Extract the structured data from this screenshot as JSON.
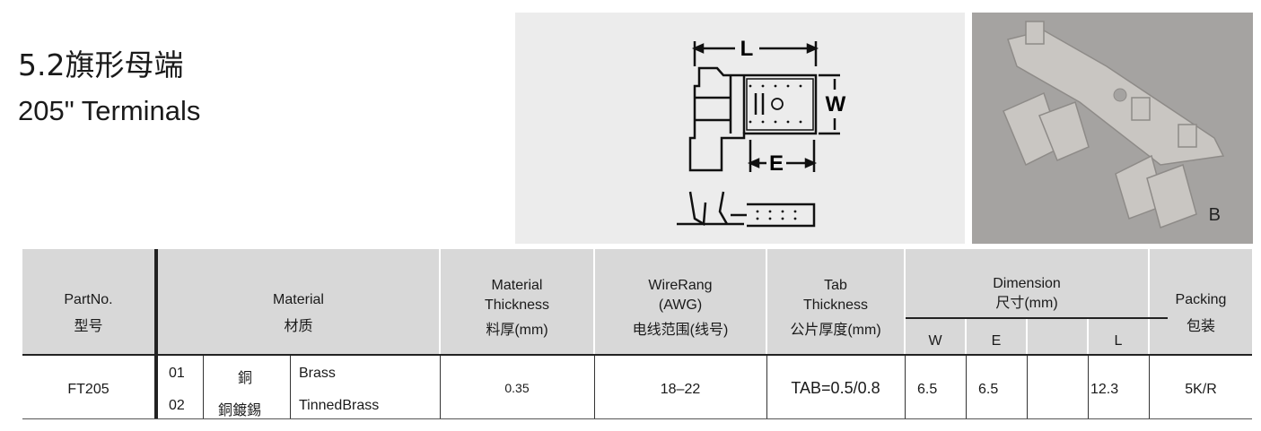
{
  "heading": {
    "title_cn": "5.2旗形母端",
    "title_en": "205\"  Terminals"
  },
  "drawing": {
    "dim_L": "L",
    "dim_W": "W",
    "dim_E": "E"
  },
  "photo": {
    "label": "B"
  },
  "table": {
    "headers": {
      "partno_en": "PartNo.",
      "partno_cn": "型号",
      "material_en": "Material",
      "material_cn": "材质",
      "thickness_en1": "Material",
      "thickness_en2": "Thickness",
      "thickness_cn": "料厚(mm)",
      "wire_en1": "WireRang",
      "wire_en2": "(AWG)",
      "wire_cn": "电线范围(线号)",
      "tab_en1": "Tab",
      "tab_en2": "Thickness",
      "tab_cn": "公片厚度(mm)",
      "dim_en": "Dimension",
      "dim_cn": "尺寸(mm)",
      "dim_w": "W",
      "dim_e": "E",
      "dim_blank": "",
      "dim_l": "L",
      "packing_en": "Packing",
      "packing_cn": "包装"
    },
    "row": {
      "partno": "FT205",
      "materials": [
        {
          "code": "01",
          "cn": "銅",
          "en": "Brass"
        },
        {
          "code": "02",
          "cn": "銅鍍錫",
          "en": "TinnedBrass"
        }
      ],
      "thickness": "0.35",
      "wire": "18–22",
      "tab": "TAB=0.5/0.8",
      "w": "6.5",
      "e": "6.5",
      "blank": "",
      "l": "12.3",
      "packing": "5K/R"
    }
  }
}
